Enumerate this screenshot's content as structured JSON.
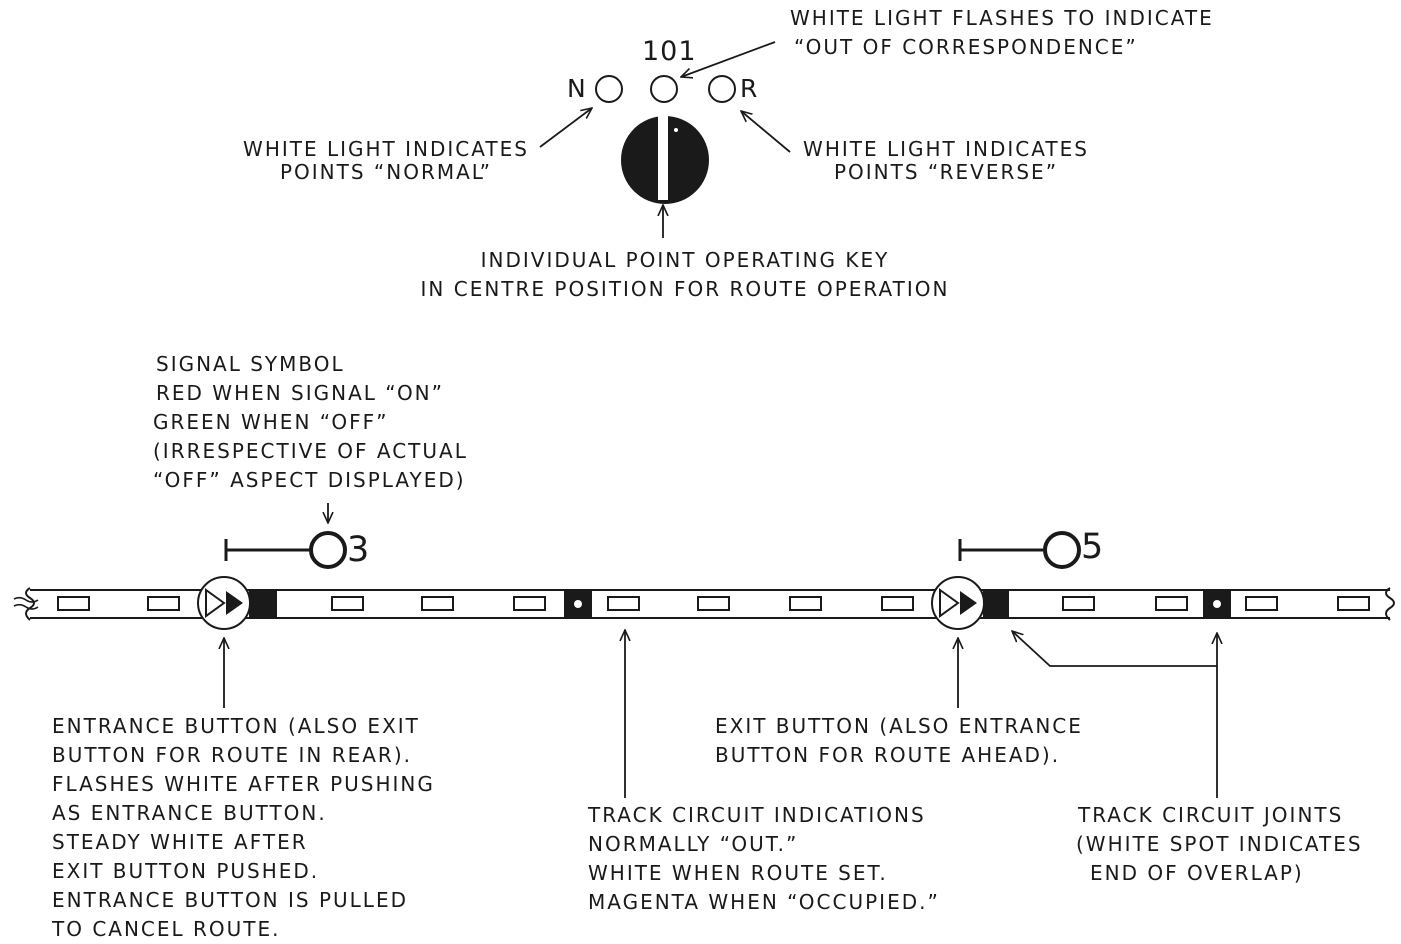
{
  "colors": {
    "ink": "#1a1a1a",
    "paper": "#ffffff"
  },
  "key_panel": {
    "number": "101",
    "normal_letter": "N",
    "reverse_letter": "R",
    "flash_note": [
      "WHITE LIGHT FLASHES TO INDICATE",
      "“OUT OF CORRESPONDENCE”"
    ],
    "normal_note": [
      "WHITE LIGHT INDICATES",
      "POINTS “NORMAL”"
    ],
    "reverse_note": [
      "WHITE LIGHT INDICATES",
      "POINTS “REVERSE”"
    ],
    "key_note": [
      "INDIVIDUAL POINT OPERATING KEY",
      "IN CENTRE POSITION FOR ROUTE OPERATION"
    ]
  },
  "signal_note": [
    "SIGNAL SYMBOL",
    "RED WHEN SIGNAL “ON”",
    "GREEN WHEN “OFF”",
    "(IRRESPECTIVE OF ACTUAL",
    "“OFF” ASPECT DISPLAYED)"
  ],
  "signals": [
    {
      "number": "3"
    },
    {
      "number": "5"
    }
  ],
  "entrance_note": [
    "ENTRANCE BUTTON (ALSO EXIT",
    "BUTTON FOR ROUTE IN REAR).",
    "FLASHES WHITE AFTER PUSHING",
    "AS ENTRANCE BUTTON.",
    "STEADY WHITE AFTER",
    "EXIT BUTTON PUSHED.",
    "ENTRANCE BUTTON IS PULLED",
    "TO CANCEL ROUTE."
  ],
  "track_note": [
    "TRACK CIRCUIT INDICATIONS",
    "NORMALLY “OUT.”",
    "WHITE WHEN ROUTE SET.",
    "MAGENTA WHEN “OCCUPIED.”"
  ],
  "exit_note": [
    "EXIT BUTTON (ALSO ENTRANCE",
    "BUTTON FOR ROUTE AHEAD)."
  ],
  "joints_note": [
    "TRACK CIRCUIT JOINTS",
    "(WHITE SPOT INDICATES",
    "END OF OVERLAP)"
  ]
}
